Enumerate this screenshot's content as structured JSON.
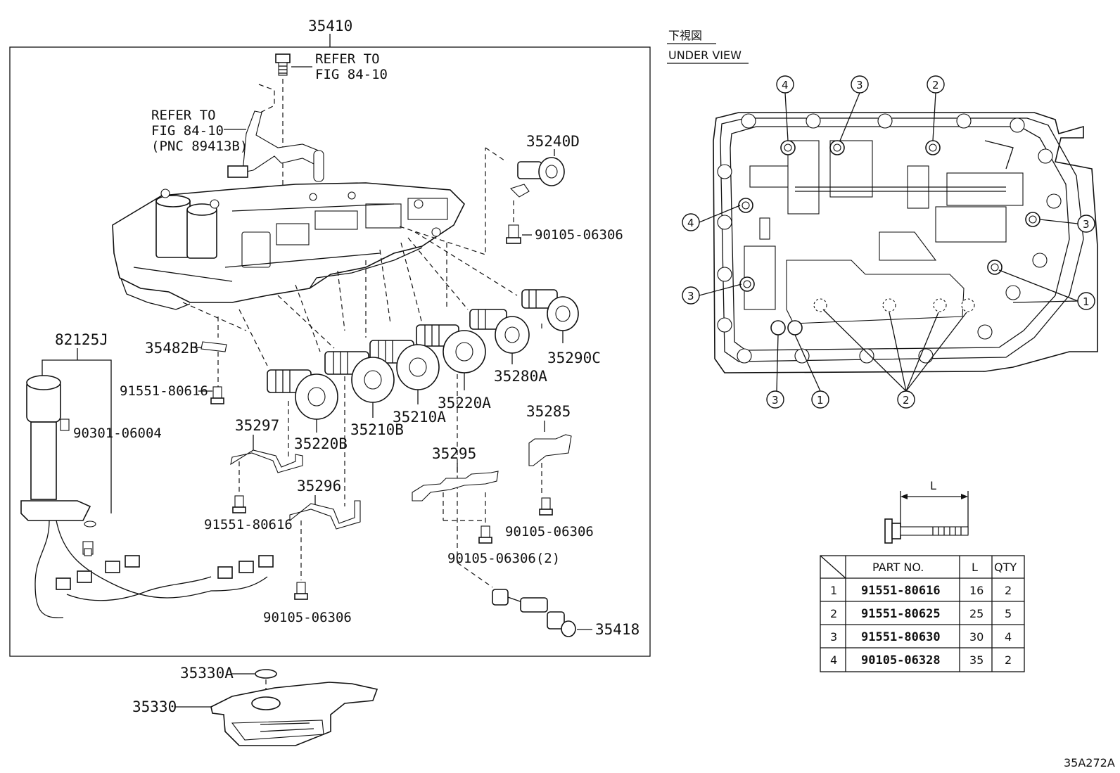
{
  "labels": {
    "main_assy": "35410",
    "refer1_l1": "REFER TO",
    "refer1_l2": "FIG 84-10",
    "refer2_l1": "REFER TO",
    "refer2_l2": "FIG 84-10",
    "refer2_l3": "(PNC 89413B)",
    "p35240D": "35240D",
    "p90105a": "90105-06306",
    "p35290C": "35290C",
    "p35280A": "35280A",
    "p35220A": "35220A",
    "p35210A": "35210A",
    "p35210B": "35210B",
    "p35220B": "35220B",
    "p35482B": "35482B",
    "p91551a": "91551-80616",
    "p82125J": "82125J",
    "p90301": "90301-06004",
    "p35297": "35297",
    "p35296": "35296",
    "p35295": "35295",
    "p35285": "35285",
    "p91551b": "91551-80616",
    "p90105b": "90105-06306",
    "p90105c": "90105-06306(2)",
    "p90105d": "90105-06306",
    "p35418": "35418",
    "p35330A": "35330A",
    "p35330": "35330",
    "under_jp": "下視図",
    "under_en": "UNDER VIEW",
    "dim_L": "L",
    "fig_code": "35A272A"
  },
  "callouts": {
    "top_left": "4",
    "top_mid": "3",
    "top_right": "2",
    "left_upper": "4",
    "left_lower": "3",
    "right_upper": "3",
    "right_lower": "1",
    "bottom_a": "3",
    "bottom_b": "1",
    "bottom_c": "2"
  },
  "table": {
    "headers": [
      "PART NO.",
      "L",
      "QTY"
    ],
    "rows": [
      {
        "idx": "1",
        "part": "91551-80616",
        "L": "16",
        "qty": "2"
      },
      {
        "idx": "2",
        "part": "91551-80625",
        "L": "25",
        "qty": "5"
      },
      {
        "idx": "3",
        "part": "91551-80630",
        "L": "30",
        "qty": "4"
      },
      {
        "idx": "4",
        "part": "90105-06328",
        "L": "35",
        "qty": "2"
      }
    ]
  }
}
